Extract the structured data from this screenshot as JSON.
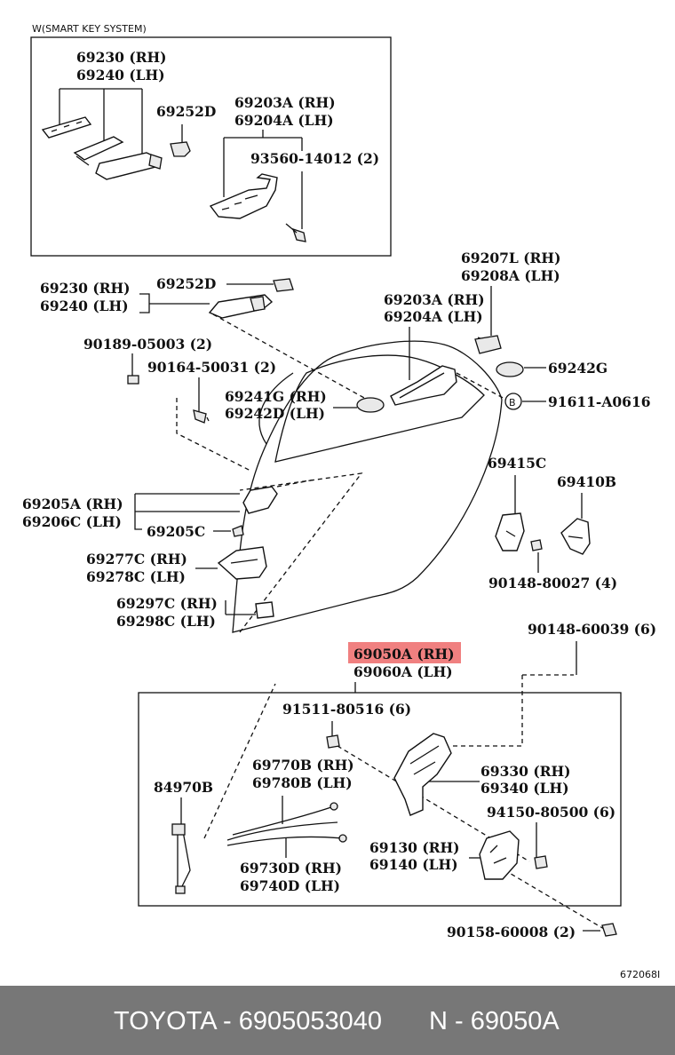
{
  "inset": {
    "title": "W(SMART KEY SYSTEM)"
  },
  "labels": {
    "a1": "69230 (RH)",
    "a2": "69240 (LH)",
    "a3": "69252D",
    "a4": "69203A (RH)",
    "a5": "69204A (LH)",
    "a6": "93560-14012 (2)",
    "b1": "69230 (RH)",
    "b2": "69240 (LH)",
    "b3": "69252D",
    "b4": "69207L (RH)",
    "b5": "69208A (LH)",
    "b6": "69203A (RH)",
    "b7": "69204A (LH)",
    "b8": "90189-05003 (2)",
    "b9": "90164-50031 (2)",
    "b10": "69242G",
    "b11": "69241G (RH)",
    "b12": "69242D (LH)",
    "b13": "91611-A0616",
    "b14": "69415C",
    "b15": "69410B",
    "b16": "69205A (RH)",
    "b17": "69206C (LH)",
    "b18": "69205C",
    "b19": "90148-80027 (4)",
    "b20": "69277C (RH)",
    "b21": "69278C (LH)",
    "b22": "69297C (RH)",
    "b23": "69298C (LH)",
    "b24": "90148-60039 (6)",
    "b25": "69050A (RH)",
    "b26": "69060A (LH)",
    "c1": "91511-80516 (6)",
    "c2": "69770B (RH)",
    "c3": "69780B (LH)",
    "c4": "84970B",
    "c5": "69330 (RH)",
    "c6": "69340 (LH)",
    "c7": "94150-80500 (6)",
    "c8": "69130 (RH)",
    "c9": "69140 (LH)",
    "c10": "69730D (RH)",
    "c11": "69740D (LH)",
    "c12": "90158-60008 (2)"
  },
  "circle_mark": "B",
  "figure_id": "672068I",
  "highlight_color": "#f08080",
  "footer": {
    "left": "TOYOTA - 6905053040",
    "right": "N - 69050A"
  }
}
